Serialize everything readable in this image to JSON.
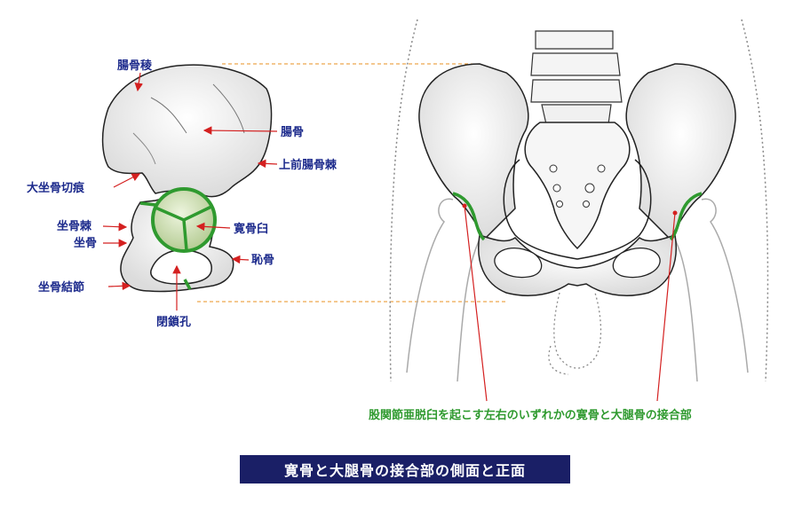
{
  "labels": {
    "iliac_crest": "腸骨稜",
    "ilium": "腸骨",
    "asis": "上前腸骨棘",
    "greater_sciatic_notch": "大坐骨切痕",
    "acetabulum": "寛骨臼",
    "ischial_spine": "坐骨棘",
    "ischium": "坐骨",
    "pubis": "恥骨",
    "ischial_tuberosity": "坐骨結節",
    "obturator_foramen": "閉鎖孔"
  },
  "annotation": "股関節亜脱臼を起こす左右のいずれかの寛骨と大腿骨の接合部",
  "caption": "寛骨と大腿骨の接合部の側面と正面",
  "colors": {
    "label": "#1c2a8c",
    "green": "#2f9a2f",
    "arrow_red": "#d42020",
    "guide_orange": "#e89020",
    "caption_bg": "#1a1f66"
  }
}
